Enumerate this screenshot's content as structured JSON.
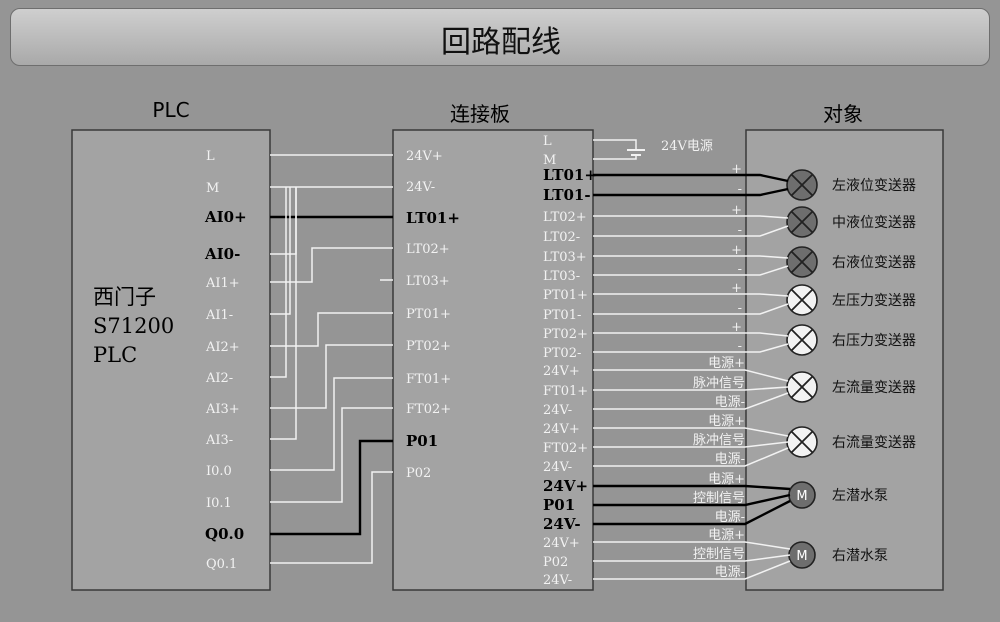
{
  "title": "回路配线",
  "plc": {
    "heading": "PLC",
    "model_lines": [
      "西门子",
      "S71200",
      "PLC"
    ],
    "terminals": [
      {
        "label": "L",
        "bold": false
      },
      {
        "label": "M",
        "bold": false
      },
      {
        "label": "AI0+",
        "bold": true
      },
      {
        "label": "AI0-",
        "bold": true
      },
      {
        "label": "AI1+",
        "bold": false
      },
      {
        "label": "AI1-",
        "bold": false
      },
      {
        "label": "AI2+",
        "bold": false
      },
      {
        "label": "AI2-",
        "bold": false
      },
      {
        "label": "AI3+",
        "bold": false
      },
      {
        "label": "AI3-",
        "bold": false
      },
      {
        "label": "I0.0",
        "bold": false
      },
      {
        "label": "I0.1",
        "bold": false
      },
      {
        "label": "Q0.0",
        "bold": true
      },
      {
        "label": "Q0.1",
        "bold": false
      }
    ]
  },
  "board": {
    "heading": "连接板",
    "left_terminals": [
      {
        "label": "24V+",
        "bold": false
      },
      {
        "label": "24V-",
        "bold": false
      },
      {
        "label": "LT01+",
        "bold": true
      },
      {
        "label": "LT02+",
        "bold": false
      },
      {
        "label": "LT03+",
        "bold": false
      },
      {
        "label": "PT01+",
        "bold": false
      },
      {
        "label": "PT02+",
        "bold": false
      },
      {
        "label": "FT01+",
        "bold": false
      },
      {
        "label": "FT02+",
        "bold": false
      },
      {
        "label": "P01",
        "bold": true
      },
      {
        "label": "P02",
        "bold": false
      }
    ],
    "right_terminals": [
      {
        "label": "L",
        "bold": false
      },
      {
        "label": "M",
        "bold": false
      },
      {
        "label": "LT01+",
        "bold": true
      },
      {
        "label": "LT01-",
        "bold": true
      },
      {
        "label": "LT02+",
        "bold": false
      },
      {
        "label": "LT02-",
        "bold": false
      },
      {
        "label": "LT03+",
        "bold": false
      },
      {
        "label": "LT03-",
        "bold": false
      },
      {
        "label": "PT01+",
        "bold": false
      },
      {
        "label": "PT01-",
        "bold": false
      },
      {
        "label": "PT02+",
        "bold": false
      },
      {
        "label": "PT02-",
        "bold": false
      },
      {
        "label": "24V+",
        "bold": false
      },
      {
        "label": "FT01+",
        "bold": false
      },
      {
        "label": "24V-",
        "bold": false
      },
      {
        "label": "24V+",
        "bold": false
      },
      {
        "label": "FT02+",
        "bold": false
      },
      {
        "label": "24V-",
        "bold": false
      },
      {
        "label": "24V+",
        "bold": true
      },
      {
        "label": "P01",
        "bold": true
      },
      {
        "label": "24V-",
        "bold": true
      },
      {
        "label": "24V+",
        "bold": false
      },
      {
        "label": "P02",
        "bold": false
      },
      {
        "label": "24V-",
        "bold": false
      }
    ],
    "power_supply": "24V电源"
  },
  "objects": {
    "heading": "对象",
    "devices": [
      {
        "name": "左液位变送器",
        "type": "transmitter",
        "active": true,
        "pins": [
          "+",
          "-"
        ]
      },
      {
        "name": "中液位变送器",
        "type": "transmitter",
        "active": true,
        "pins": [
          "+",
          "-"
        ]
      },
      {
        "name": "右液位变送器",
        "type": "transmitter",
        "active": true,
        "pins": [
          "+",
          "-"
        ]
      },
      {
        "name": "左压力变送器",
        "type": "transmitter",
        "active": false,
        "pins": [
          "+",
          "-"
        ]
      },
      {
        "name": "右压力变送器",
        "type": "transmitter",
        "active": false,
        "pins": [
          "+",
          "-"
        ]
      },
      {
        "name": "左流量变送器",
        "type": "transmitter",
        "active": false,
        "pins": [
          "电源+",
          "脉冲信号",
          "电源-"
        ]
      },
      {
        "name": "右流量变送器",
        "type": "transmitter",
        "active": false,
        "pins": [
          "电源+",
          "脉冲信号",
          "电源-"
        ]
      },
      {
        "name": "左潜水泵",
        "type": "pump",
        "active": true,
        "pins": [
          "电源+",
          "控制信号",
          "电源-"
        ]
      },
      {
        "name": "右潜水泵",
        "type": "pump",
        "active": true,
        "pins": [
          "电源+",
          "控制信号",
          "电源-"
        ]
      }
    ],
    "pump_symbol": "M"
  },
  "colors": {
    "panel": "#959595",
    "box_fill": "#a3a3a3",
    "wire_light": "#f2f2f2",
    "wire_active": "#000000",
    "device_active": "#6e6e6e",
    "device_idle": "#f2f2f2"
  }
}
